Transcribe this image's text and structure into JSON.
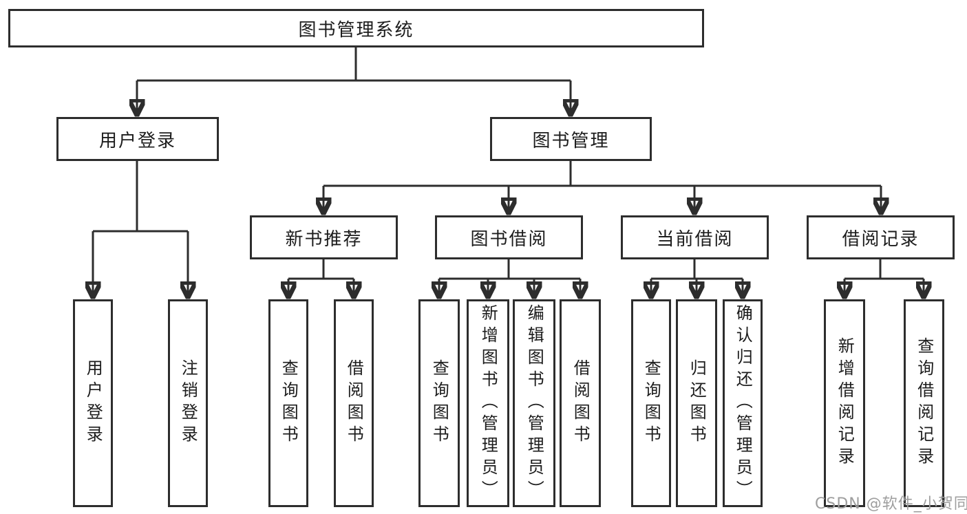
{
  "diagram": {
    "colors": {
      "line": "#2d2d2d",
      "box_border": "#2d2d2d",
      "box_fill": "#ffffff",
      "text": "#1c1c1c",
      "background": "#ffffff",
      "watermark_text": "#9e9e9e"
    },
    "root": {
      "label": "图书管理系统"
    },
    "branches": [
      {
        "label": "用户登录",
        "children": [
          {
            "label": "用户登录"
          },
          {
            "label": "注销登录"
          }
        ]
      },
      {
        "label": "图书管理",
        "children": [
          {
            "label": "新书推荐",
            "children": [
              {
                "label": "查询图书"
              },
              {
                "label": "借阅图书"
              }
            ]
          },
          {
            "label": "图书借阅",
            "children": [
              {
                "label": "查询图书"
              },
              {
                "label": "新增图书（管理员）"
              },
              {
                "label": "编辑图书（管理员）"
              },
              {
                "label": "借阅图书"
              }
            ]
          },
          {
            "label": "当前借阅",
            "children": [
              {
                "label": "查询图书"
              },
              {
                "label": "归还图书"
              },
              {
                "label": "确认归还（管理员）"
              }
            ]
          },
          {
            "label": "借阅记录",
            "children": [
              {
                "label": "新增借阅记录"
              },
              {
                "label": "查询借阅记录"
              }
            ]
          }
        ]
      }
    ]
  },
  "watermark": {
    "text": "CSDN @软件_小贺同学"
  }
}
